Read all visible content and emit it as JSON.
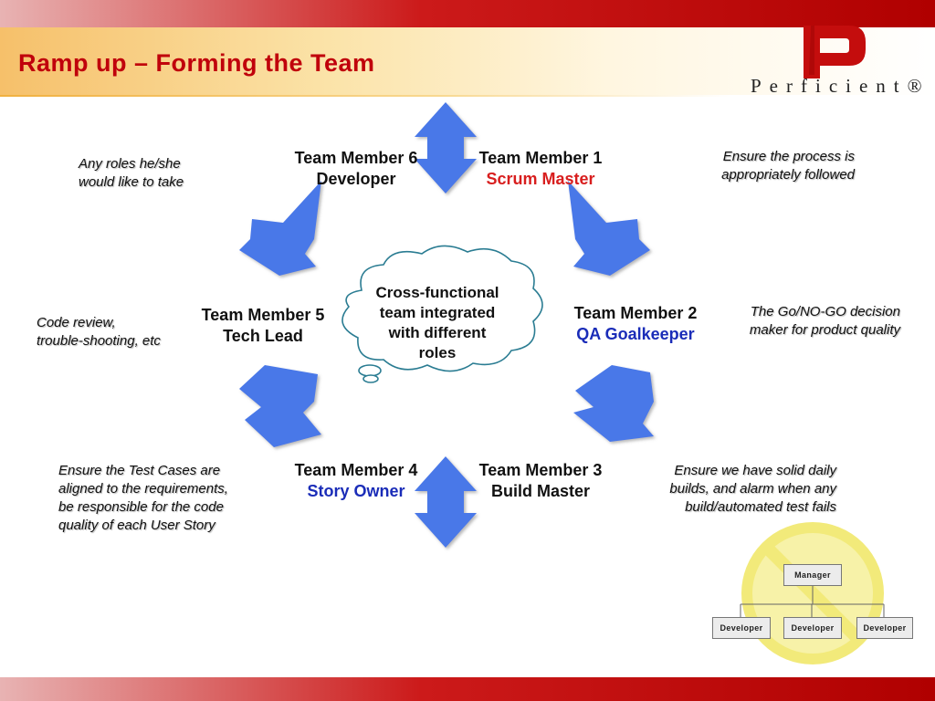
{
  "slide": {
    "title": "Ramp up – Forming the Team",
    "logo_text": "Perficient®",
    "logo_icon": "perficient-p-logo"
  },
  "colors": {
    "arrow_fill": "#4a78e8",
    "scrum_master": "#d81e1e",
    "role_blue": "#1a2cb8",
    "accent_red": "#c0000b",
    "prohibition_yellow": "#f2ea7a"
  },
  "center": {
    "lines": [
      "Cross-functional",
      "team integrated",
      "with different",
      "roles"
    ]
  },
  "members": [
    {
      "name": "Team Member 1",
      "role": "Scrum Master"
    },
    {
      "name": "Team Member 2",
      "role": "QA Goalkeeper"
    },
    {
      "name": "Team Member 3",
      "role": "Build Master"
    },
    {
      "name": "Team Member 4",
      "role": "Story Owner"
    },
    {
      "name": "Team Member 5",
      "role": "Tech Lead"
    },
    {
      "name": "Team Member 6",
      "role": "Developer"
    }
  ],
  "notes": {
    "member1": [
      "Ensure the process is",
      "appropriately followed"
    ],
    "member2": [
      "The Go/NO-GO decision",
      "maker for product quality"
    ],
    "member3": [
      "Ensure we have solid daily",
      "builds, and alarm when any",
      "build/automated test fails"
    ],
    "member4": [
      "Ensure the Test Cases are",
      "aligned to the requirements,",
      "be responsible for the code",
      "quality of each User Story"
    ],
    "member5": [
      "Code review,",
      "trouble-shooting, etc"
    ],
    "member6": [
      "Any roles he/she",
      "would like to take"
    ]
  },
  "org_chart": {
    "manager": "Manager",
    "reports": [
      "Developer",
      "Developer",
      "Developer"
    ],
    "overlay_icon": "prohibition-icon"
  }
}
